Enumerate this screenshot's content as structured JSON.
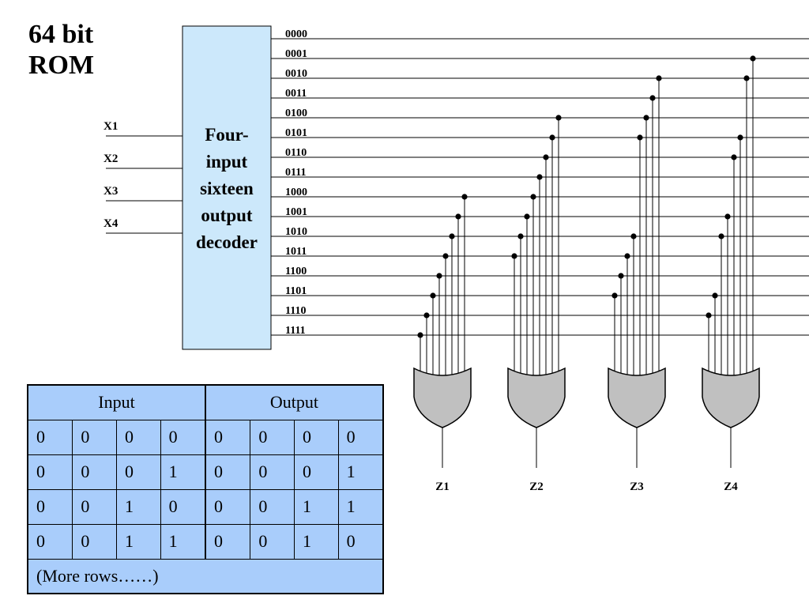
{
  "title": {
    "line1": "64 bit",
    "line2": "ROM"
  },
  "decoder": {
    "label_lines": [
      "Four-",
      "input",
      "sixteen",
      "output",
      "decoder"
    ],
    "inputs": [
      "X1",
      "X2",
      "X3",
      "X4"
    ],
    "outputs": [
      "0000",
      "0001",
      "0010",
      "0011",
      "0100",
      "0101",
      "0110",
      "0111",
      "1000",
      "1001",
      "1010",
      "1011",
      "1100",
      "1101",
      "1110",
      "1111"
    ]
  },
  "or_gates": [
    {
      "label": "Z1",
      "taps": [
        8,
        9,
        10,
        11,
        12,
        13,
        14,
        15
      ]
    },
    {
      "label": "Z2",
      "taps": [
        4,
        5,
        6,
        7,
        8,
        9,
        10,
        11
      ]
    },
    {
      "label": "Z3",
      "taps": [
        2,
        3,
        4,
        5,
        10,
        11,
        12,
        13
      ]
    },
    {
      "label": "Z4",
      "taps": [
        1,
        2,
        5,
        6,
        9,
        10,
        13,
        14
      ]
    }
  ],
  "truth_table": {
    "header_input": "Input",
    "header_output": "Output",
    "rows": [
      [
        "0",
        "0",
        "0",
        "0",
        "0",
        "0",
        "0",
        "0"
      ],
      [
        "0",
        "0",
        "0",
        "1",
        "0",
        "0",
        "0",
        "1"
      ],
      [
        "0",
        "0",
        "1",
        "0",
        "0",
        "0",
        "1",
        "1"
      ],
      [
        "0",
        "0",
        "1",
        "1",
        "0",
        "0",
        "1",
        "0"
      ]
    ],
    "more_rows": "(More rows……)"
  },
  "colors": {
    "decoder_fill": "#cce8fb",
    "gate_fill": "#c0c0c0",
    "table_fill": "#a9cdfb"
  }
}
